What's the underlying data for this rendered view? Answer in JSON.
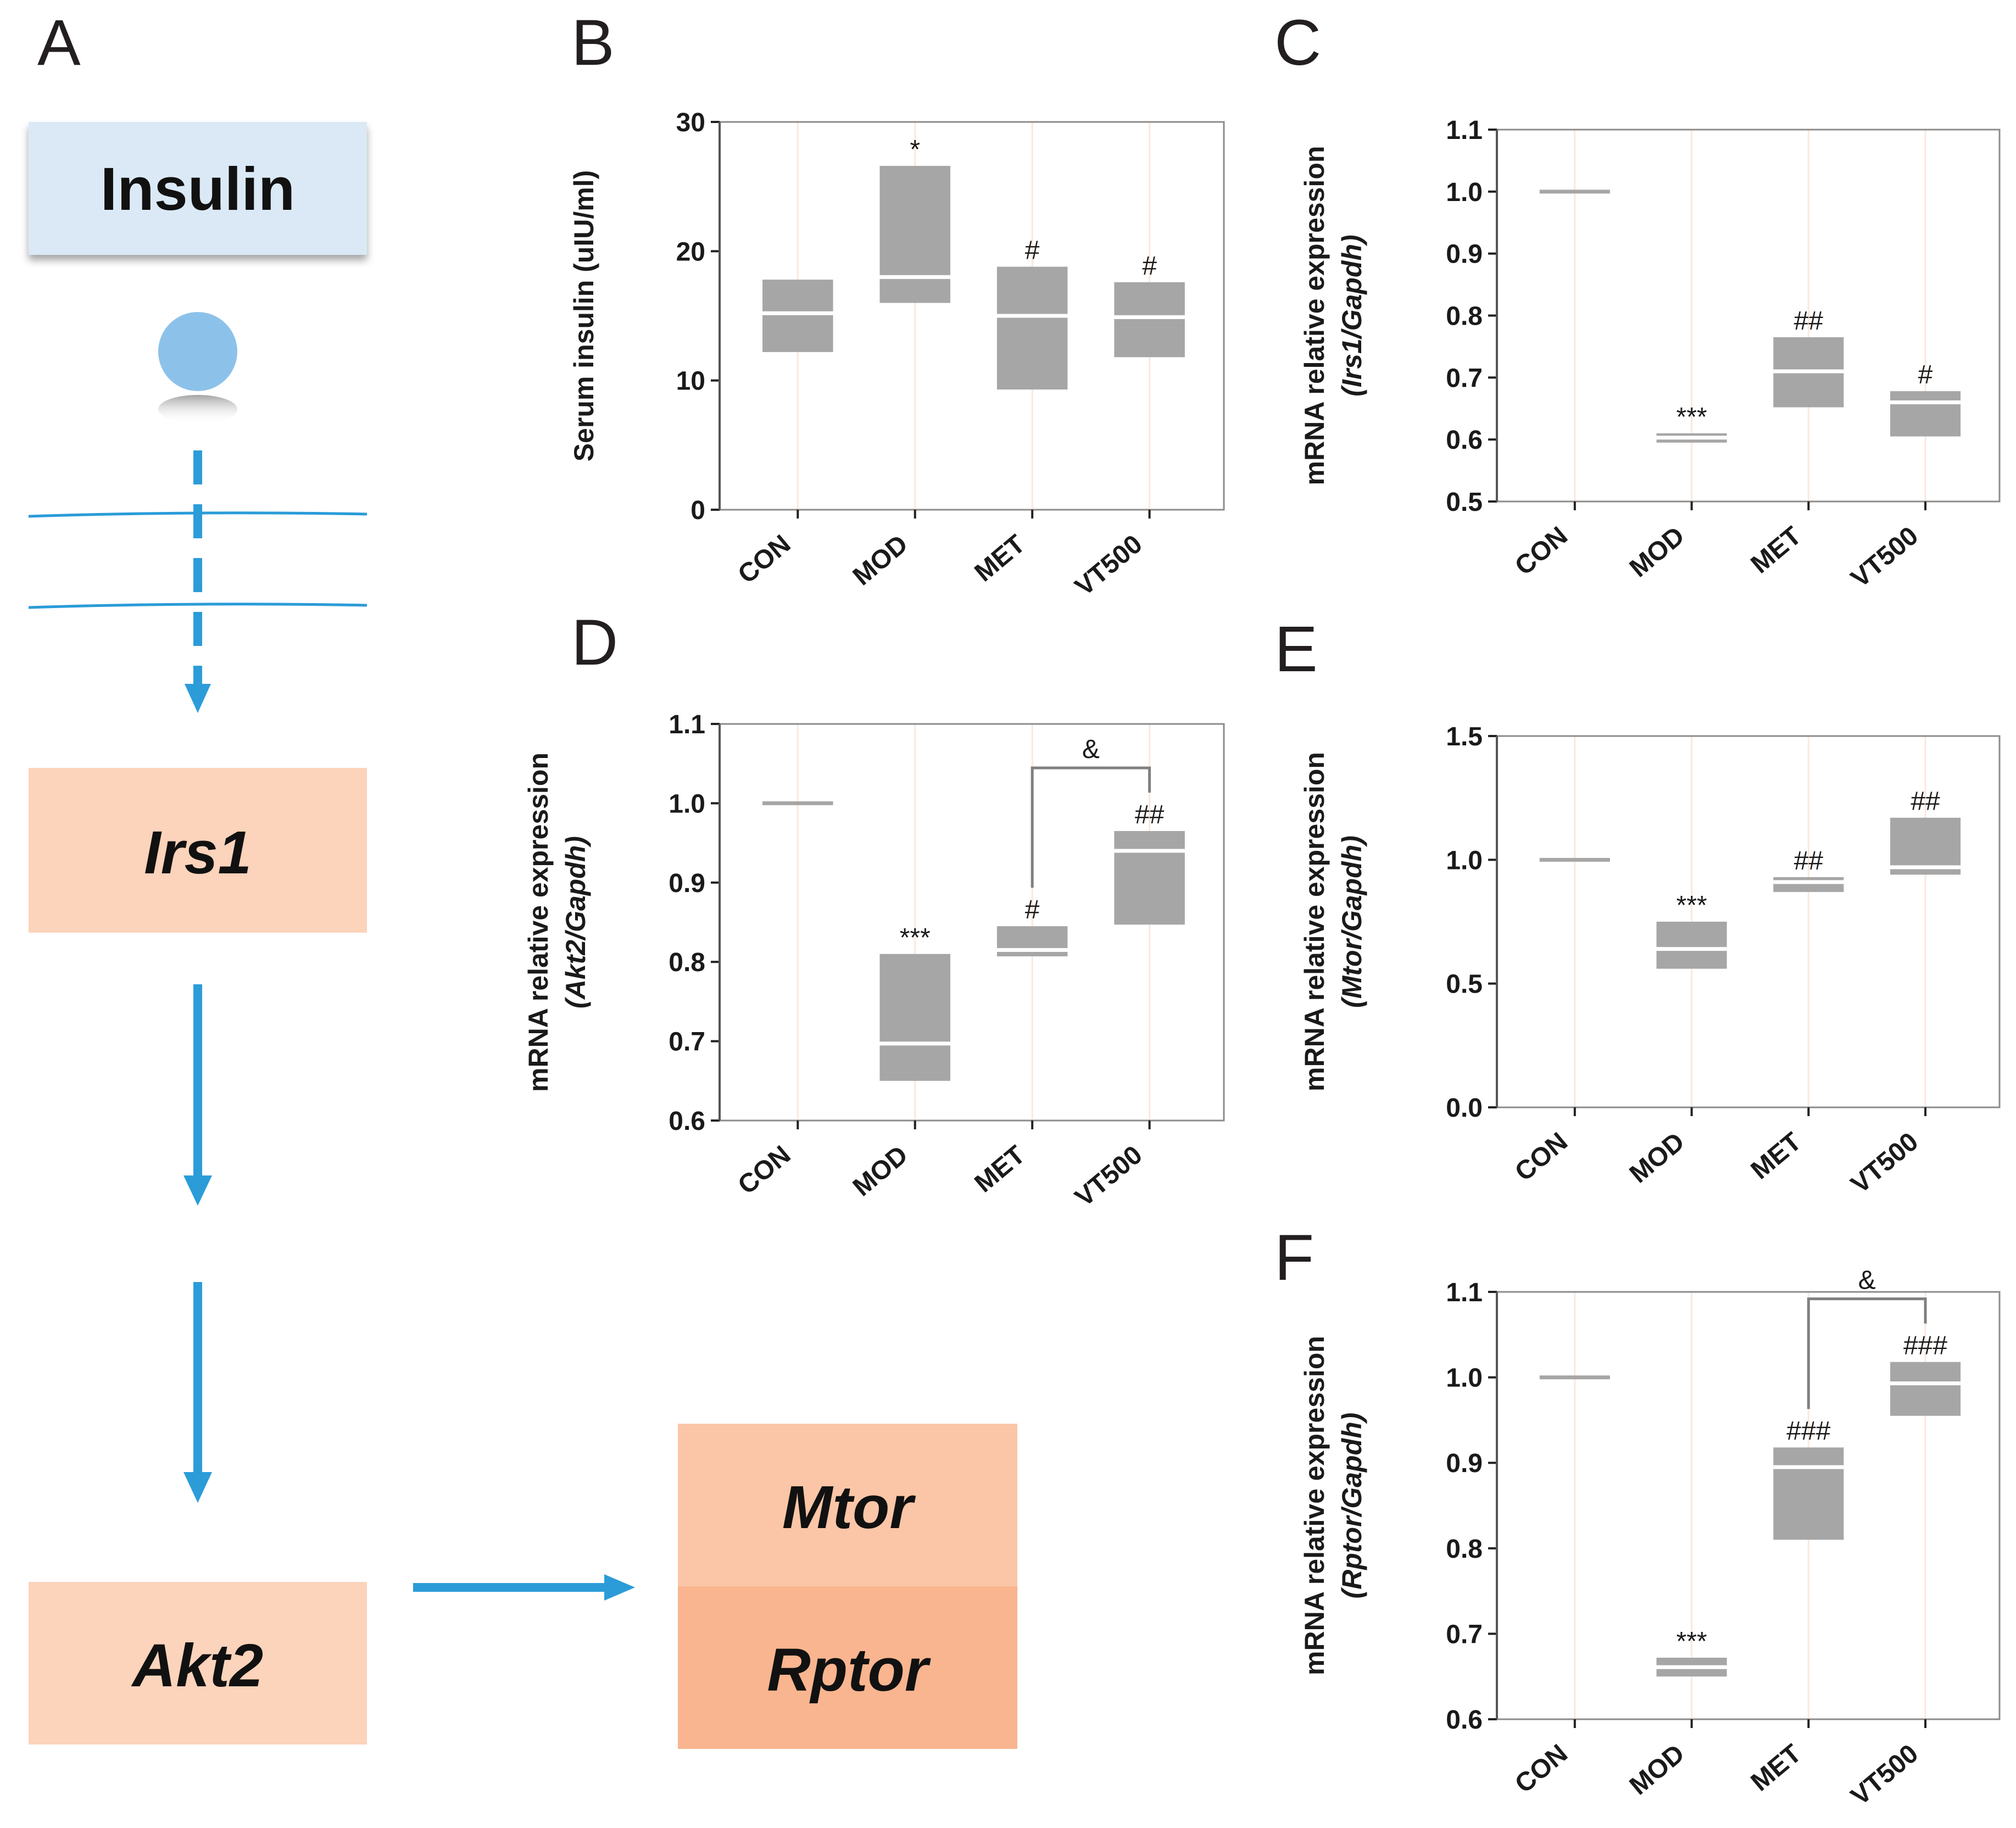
{
  "colors": {
    "arrow": "#2b9cd8",
    "insulin_box": "#dbe9f6",
    "gene_box": "#fcd3bb",
    "mtor_box": "#fbc6a7",
    "rptor_box": "#f9b58f",
    "ligand": "#8cc2ea",
    "box_fill": "#a6a6a6",
    "con_line": "#a6a6a6",
    "frame": "#8c8c8c",
    "grid": "#fbe8dd"
  },
  "pathway": {
    "letter": "A",
    "insulin": "Insulin",
    "irs1": "Irs1",
    "akt2": "Akt2",
    "mtor": "Mtor",
    "rptor": "Rptor"
  },
  "chart_data": [
    {
      "panel": "B",
      "type": "box",
      "ylabel": "Serum insulin (uIU/ml)",
      "ylabel_gene": "",
      "ylim": [
        0,
        30
      ],
      "yticks": [
        "0",
        "10",
        "20",
        "30"
      ],
      "categories": [
        "CON",
        "MOD",
        "MET",
        "VT500"
      ],
      "boxes": [
        {
          "low": 12.2,
          "high": 17.8,
          "median": 15.2,
          "line": false,
          "label": ""
        },
        {
          "low": 16.0,
          "high": 26.6,
          "median": 18.0,
          "line": false,
          "label": "*"
        },
        {
          "low": 9.3,
          "high": 18.8,
          "median": 15.0,
          "line": false,
          "label": "#"
        },
        {
          "low": 11.8,
          "high": 17.6,
          "median": 14.9,
          "line": false,
          "label": "#"
        }
      ],
      "brackets": []
    },
    {
      "panel": "C",
      "type": "box",
      "ylabel": "mRNA relative expression",
      "ylabel_gene": "(Irs1/Gapdh)",
      "ylim": [
        0.5,
        1.1
      ],
      "yticks": [
        "0.5",
        "0.6",
        "0.7",
        "0.8",
        "0.9",
        "1.0",
        "1.1"
      ],
      "categories": [
        "CON",
        "MOD",
        "MET",
        "VT500"
      ],
      "boxes": [
        {
          "low": 1.0,
          "high": 1.0,
          "median": 1.0,
          "line": true,
          "label": ""
        },
        {
          "low": 0.595,
          "high": 0.61,
          "median": 0.603,
          "line": false,
          "label": "***"
        },
        {
          "low": 0.652,
          "high": 0.765,
          "median": 0.71,
          "line": false,
          "label": "##"
        },
        {
          "low": 0.605,
          "high": 0.678,
          "median": 0.66,
          "line": false,
          "label": "#"
        }
      ],
      "brackets": []
    },
    {
      "panel": "D",
      "type": "box",
      "ylabel": "mRNA relative expression",
      "ylabel_gene": "(Akt2/Gapdh)",
      "ylim": [
        0.6,
        1.1
      ],
      "yticks": [
        "0.6",
        "0.7",
        "0.8",
        "0.9",
        "1.0",
        "1.1"
      ],
      "categories": [
        "CON",
        "MOD",
        "MET",
        "VT500"
      ],
      "boxes": [
        {
          "low": 1.0,
          "high": 1.0,
          "median": 1.0,
          "line": true,
          "label": ""
        },
        {
          "low": 0.65,
          "high": 0.81,
          "median": 0.697,
          "line": false,
          "label": "***"
        },
        {
          "low": 0.807,
          "high": 0.845,
          "median": 0.815,
          "line": false,
          "label": "#"
        },
        {
          "low": 0.847,
          "high": 0.965,
          "median": 0.94,
          "line": false,
          "label": "##"
        }
      ],
      "brackets": [
        {
          "from": 2,
          "to": 3,
          "label": "&"
        }
      ]
    },
    {
      "panel": "E",
      "type": "box",
      "ylabel": "mRNA relative expression",
      "ylabel_gene": "(Mtor/Gapdh)",
      "ylim": [
        0.0,
        1.5
      ],
      "yticks": [
        "0.0",
        "0.5",
        "1.0",
        "1.5"
      ],
      "categories": [
        "CON",
        "MOD",
        "MET",
        "VT500"
      ],
      "boxes": [
        {
          "low": 1.0,
          "high": 1.0,
          "median": 1.0,
          "line": true,
          "label": ""
        },
        {
          "low": 0.56,
          "high": 0.75,
          "median": 0.64,
          "line": false,
          "label": "***"
        },
        {
          "low": 0.87,
          "high": 0.93,
          "median": 0.91,
          "line": false,
          "label": "##"
        },
        {
          "low": 0.94,
          "high": 1.17,
          "median": 0.97,
          "line": false,
          "label": "##"
        }
      ],
      "brackets": []
    },
    {
      "panel": "F",
      "type": "box",
      "ylabel": "mRNA relative expression",
      "ylabel_gene": "(Rptor/Gapdh)",
      "ylim": [
        0.6,
        1.1
      ],
      "yticks": [
        "0.6",
        "0.7",
        "0.8",
        "0.9",
        "1.0",
        "1.1"
      ],
      "categories": [
        "CON",
        "MOD",
        "MET",
        "VT500"
      ],
      "boxes": [
        {
          "low": 1.0,
          "high": 1.0,
          "median": 1.0,
          "line": true,
          "label": ""
        },
        {
          "low": 0.65,
          "high": 0.672,
          "median": 0.661,
          "line": false,
          "label": "***"
        },
        {
          "low": 0.81,
          "high": 0.918,
          "median": 0.895,
          "line": false,
          "label": "###"
        },
        {
          "low": 0.955,
          "high": 1.018,
          "median": 0.993,
          "line": false,
          "label": "###"
        }
      ],
      "brackets": [
        {
          "from": 2,
          "to": 3,
          "label": "&"
        }
      ]
    }
  ]
}
